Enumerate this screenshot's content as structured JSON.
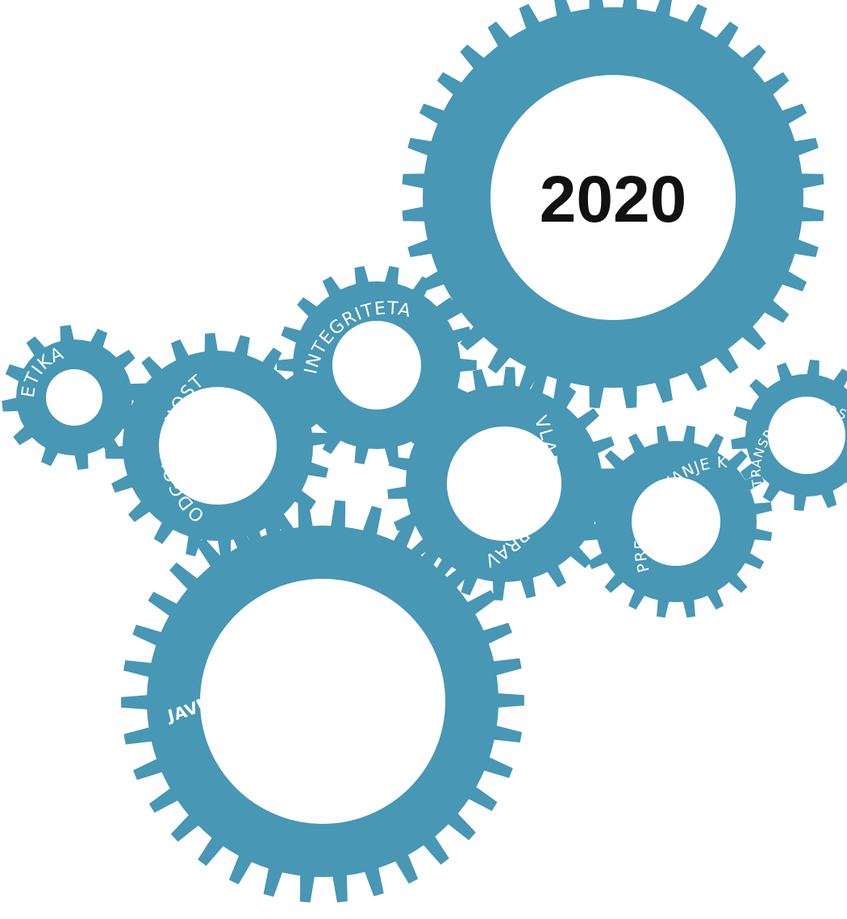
{
  "year": "2020",
  "colors": {
    "gear": "#4797b5",
    "hole": "#ffffff",
    "year_text": "#111111",
    "label_text": "#ffffff"
  },
  "gears": [
    {
      "id": "2020",
      "label": ""
    },
    {
      "id": "etika",
      "label": "ETIKA"
    },
    {
      "id": "odgovornost",
      "label": "ODGOVORNOST"
    },
    {
      "id": "integriteta",
      "label": "INTEGRITETA"
    },
    {
      "id": "vladavina-prava",
      "label": "VLADAVINA PRAVA"
    },
    {
      "id": "preprecevanje-korupcije",
      "label": "PREPREČEVANJE KORUPCIJE"
    },
    {
      "id": "transparentnost",
      "label": "TRANSPARENTNOST"
    },
    {
      "id": "javni-interes",
      "label": "JAVNI INTERES"
    }
  ]
}
